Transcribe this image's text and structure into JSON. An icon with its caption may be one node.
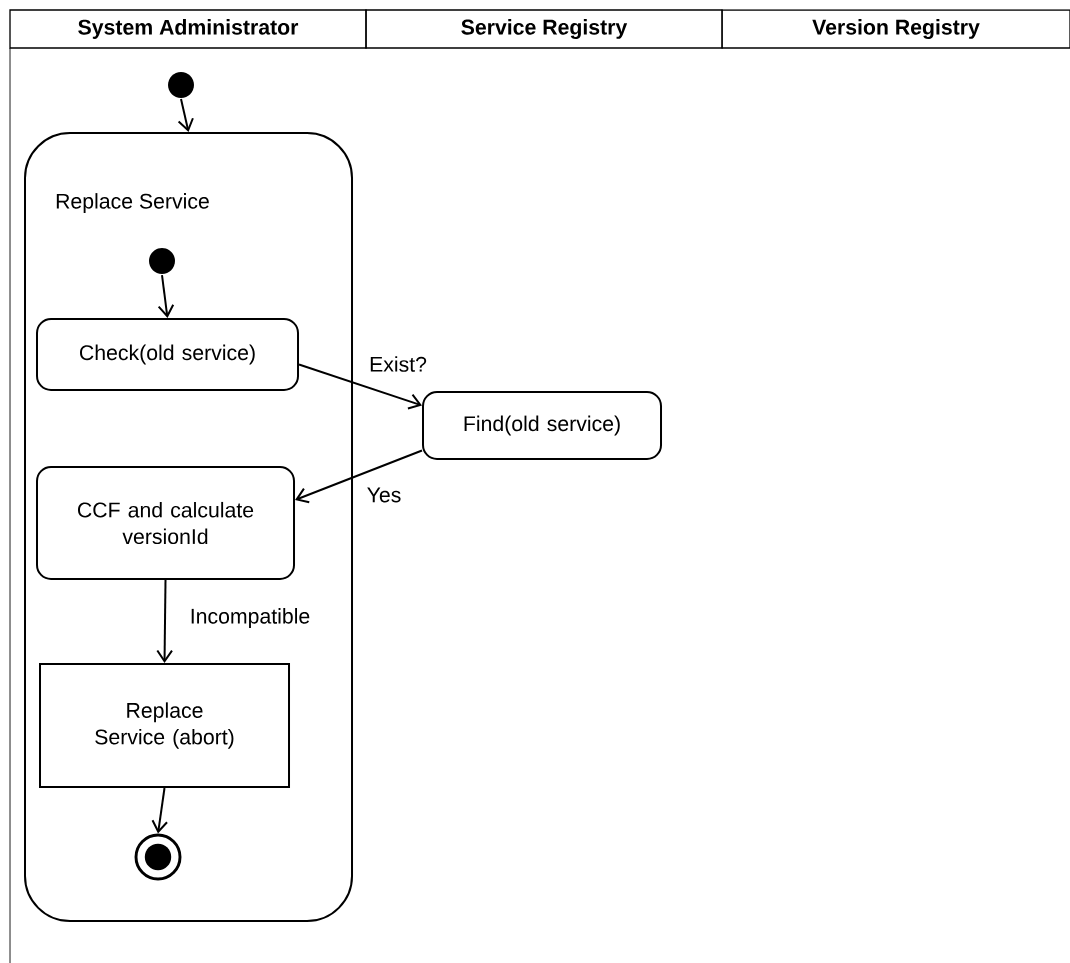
{
  "diagram": {
    "nodes": [
      {
        "text": [
          "System Administrator"
        ]
      },
      {
        "text": [
          "Service Registry"
        ]
      },
      {
        "text": [
          "Version Registry"
        ]
      },
      {
        "text": [],
        "shape": "circle"
      },
      {
        "text": [
          "Replace Service"
        ]
      },
      {
        "text": [],
        "shape": "circle",
        "in": 4
      },
      {
        "text": [
          "Check(old service)"
        ],
        "in": 4
      },
      {
        "text": [
          "Find(old service)"
        ]
      },
      {
        "text": [
          "CCF and calculate versionId"
        ],
        "in": 4
      },
      {
        "text": [
          "Replace Service (abort)"
        ],
        "in": 4
      },
      {
        "text": [],
        "shape": "bullseye",
        "in": 4
      }
    ],
    "edges": [
      {
        "from": 3,
        "to": 4,
        "arrow": "to"
      },
      {
        "from": 5,
        "to": 6,
        "arrow": "to"
      },
      {
        "from": 6,
        "to": 7,
        "arrow": "to",
        "label": "Exist?"
      },
      {
        "from": 7,
        "to": 8,
        "arrow": "to",
        "label": "Yes"
      },
      {
        "from": 8,
        "to": 9,
        "arrow": "to",
        "label": "Incompatible"
      },
      {
        "from": 9,
        "to": 10,
        "arrow": "to"
      }
    ]
  }
}
